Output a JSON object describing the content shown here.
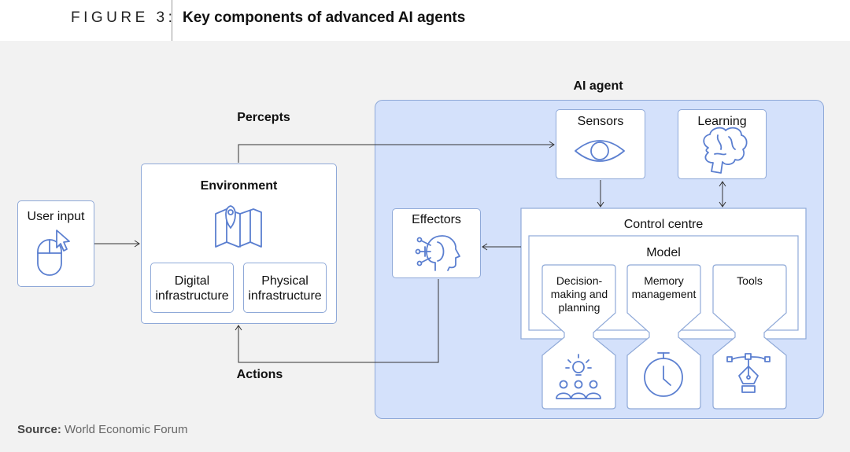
{
  "figure": {
    "label": "FIGURE 3:",
    "title": "Key components of advanced AI agents"
  },
  "diagram": {
    "user_input": "User input",
    "environment": {
      "title": "Environment",
      "digital": "Digital infrastructure",
      "physical": "Physical infrastructure"
    },
    "percepts": "Percepts",
    "actions": "Actions",
    "agent": {
      "title": "AI agent",
      "sensors": "Sensors",
      "learning": "Learning",
      "effectors": "Effectors",
      "control_centre": "Control centre",
      "model": "Model",
      "decision": "Decision-making and planning",
      "memory": "Memory management",
      "tools": "Tools"
    }
  },
  "source": {
    "label": "Source:",
    "text": "World Economic Forum"
  },
  "colors": {
    "accent": "#5b7fd0",
    "agent_panel": "#d4e1fb",
    "box_border": "#8fa9d8",
    "background": "#f2f2f2"
  },
  "icons": [
    "mouse-cursor-icon",
    "map-pin-icon",
    "eye-icon",
    "brain-icon",
    "ai-head-icon",
    "lightbulb-team-icon",
    "stopwatch-icon",
    "pen-tool-icon"
  ]
}
